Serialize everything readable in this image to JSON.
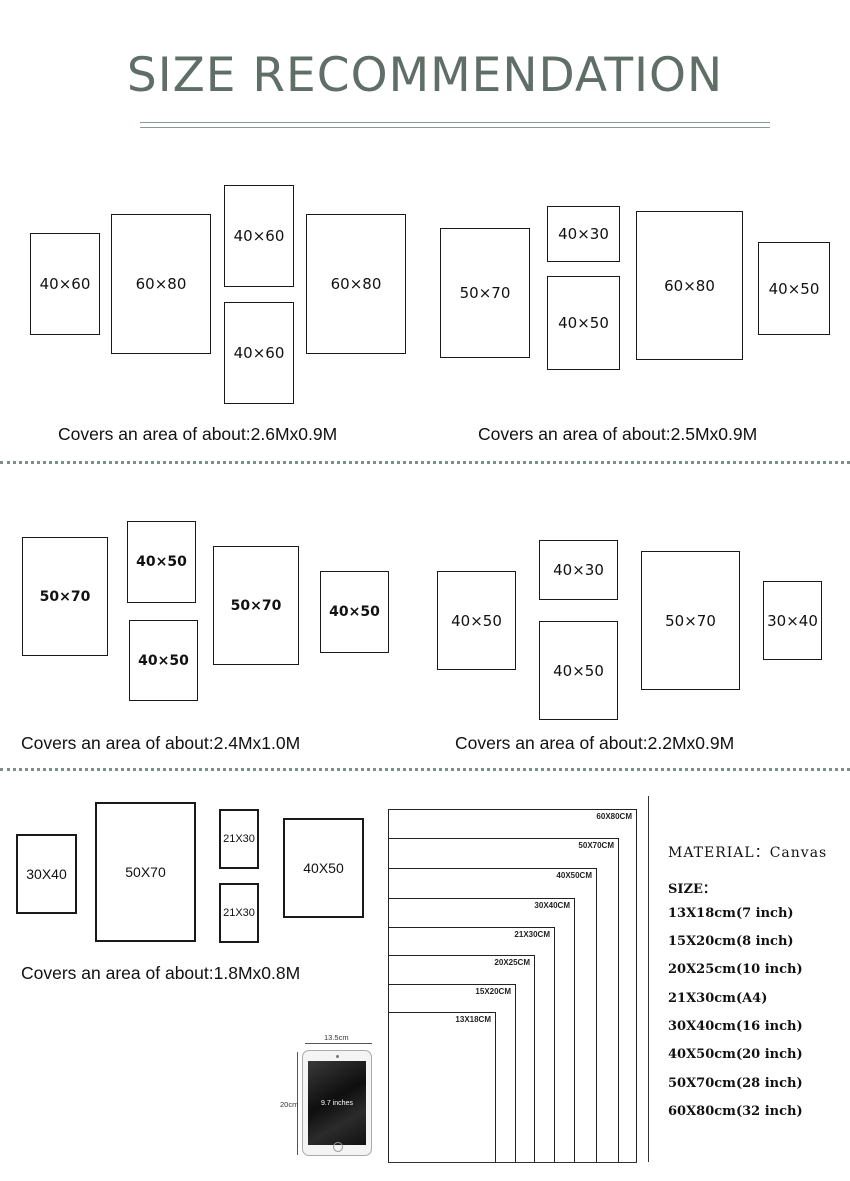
{
  "header": {
    "title": "SIZE RECOMMENDATION"
  },
  "layouts": [
    {
      "caption": "Covers an area of about:2.6Mx0.9M",
      "frames": [
        "40×60",
        "60×80",
        "40×60",
        "40×60",
        "60×80"
      ]
    },
    {
      "caption": "Covers an area of about:2.5Mx0.9M",
      "frames": [
        "50×70",
        "40×30",
        "40×50",
        "60×80",
        "40×50"
      ]
    },
    {
      "caption": "Covers an area of about:2.4Mx1.0M",
      "frames": [
        "50×70",
        "40×50",
        "40×50",
        "50×70",
        "40×50"
      ]
    },
    {
      "caption": "Covers an area of about:2.2Mx0.9M",
      "frames": [
        "40×50",
        "40×30",
        "40×50",
        "50×70",
        "30×40"
      ]
    },
    {
      "caption": "Covers an area of about:1.8Mx0.8M",
      "frames": [
        "30X40",
        "50X70",
        "21X30",
        "21X30",
        "40X50"
      ]
    }
  ],
  "size_chart": {
    "labels": [
      "60X80CM",
      "50X70CM",
      "40X50CM",
      "30X40CM",
      "21X30CM",
      "20X25CM",
      "15X20CM",
      "13X18CM"
    ]
  },
  "tablet": {
    "width_label": "13.5cm",
    "height_label": "20cm",
    "screen_label": "9.7 inches"
  },
  "material": {
    "label": "MATERIAL：Canvas",
    "size_heading": "SIZE：",
    "sizes": [
      "13X18cm(7 inch)",
      "15X20cm(8 inch)",
      "20X25cm(10 inch)",
      "21X30cm(A4)",
      "30X40cm(16 inch)",
      "40X50cm(20 inch)",
      "50X70cm(28 inch)",
      "60X80cm(32 inch)"
    ]
  },
  "colors": {
    "title": "#5f6f67",
    "divider": "#7f8f88"
  }
}
